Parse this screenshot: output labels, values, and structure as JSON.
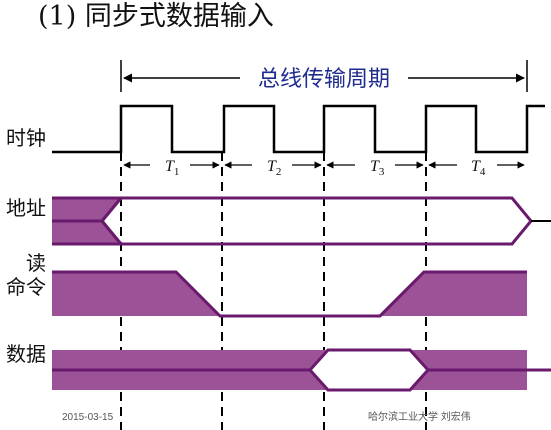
{
  "title": "(1) 同步式数据输入",
  "bus_cycle_label": "总线传输周期",
  "signals": {
    "clock": "时钟",
    "address": "地址",
    "read_line1": "读",
    "read_line2": "命令",
    "data": "数据"
  },
  "periods": [
    {
      "letter": "T",
      "sub": "1"
    },
    {
      "letter": "T",
      "sub": "2"
    },
    {
      "letter": "T",
      "sub": "3"
    },
    {
      "letter": "T",
      "sub": "4"
    }
  ],
  "footer": {
    "date": "2015-03-15",
    "source": "哈尔滨工业大学  刘宏伟"
  },
  "colors": {
    "bus_fill": "#9b5296",
    "bus_edge": "#6a1a6c",
    "line": "#000000",
    "span_text": "#1f2b8f"
  },
  "icons": {
    "bus_cycle_arrow": "double-arrow-icon",
    "period_arrow": "double-arrow-icon"
  }
}
